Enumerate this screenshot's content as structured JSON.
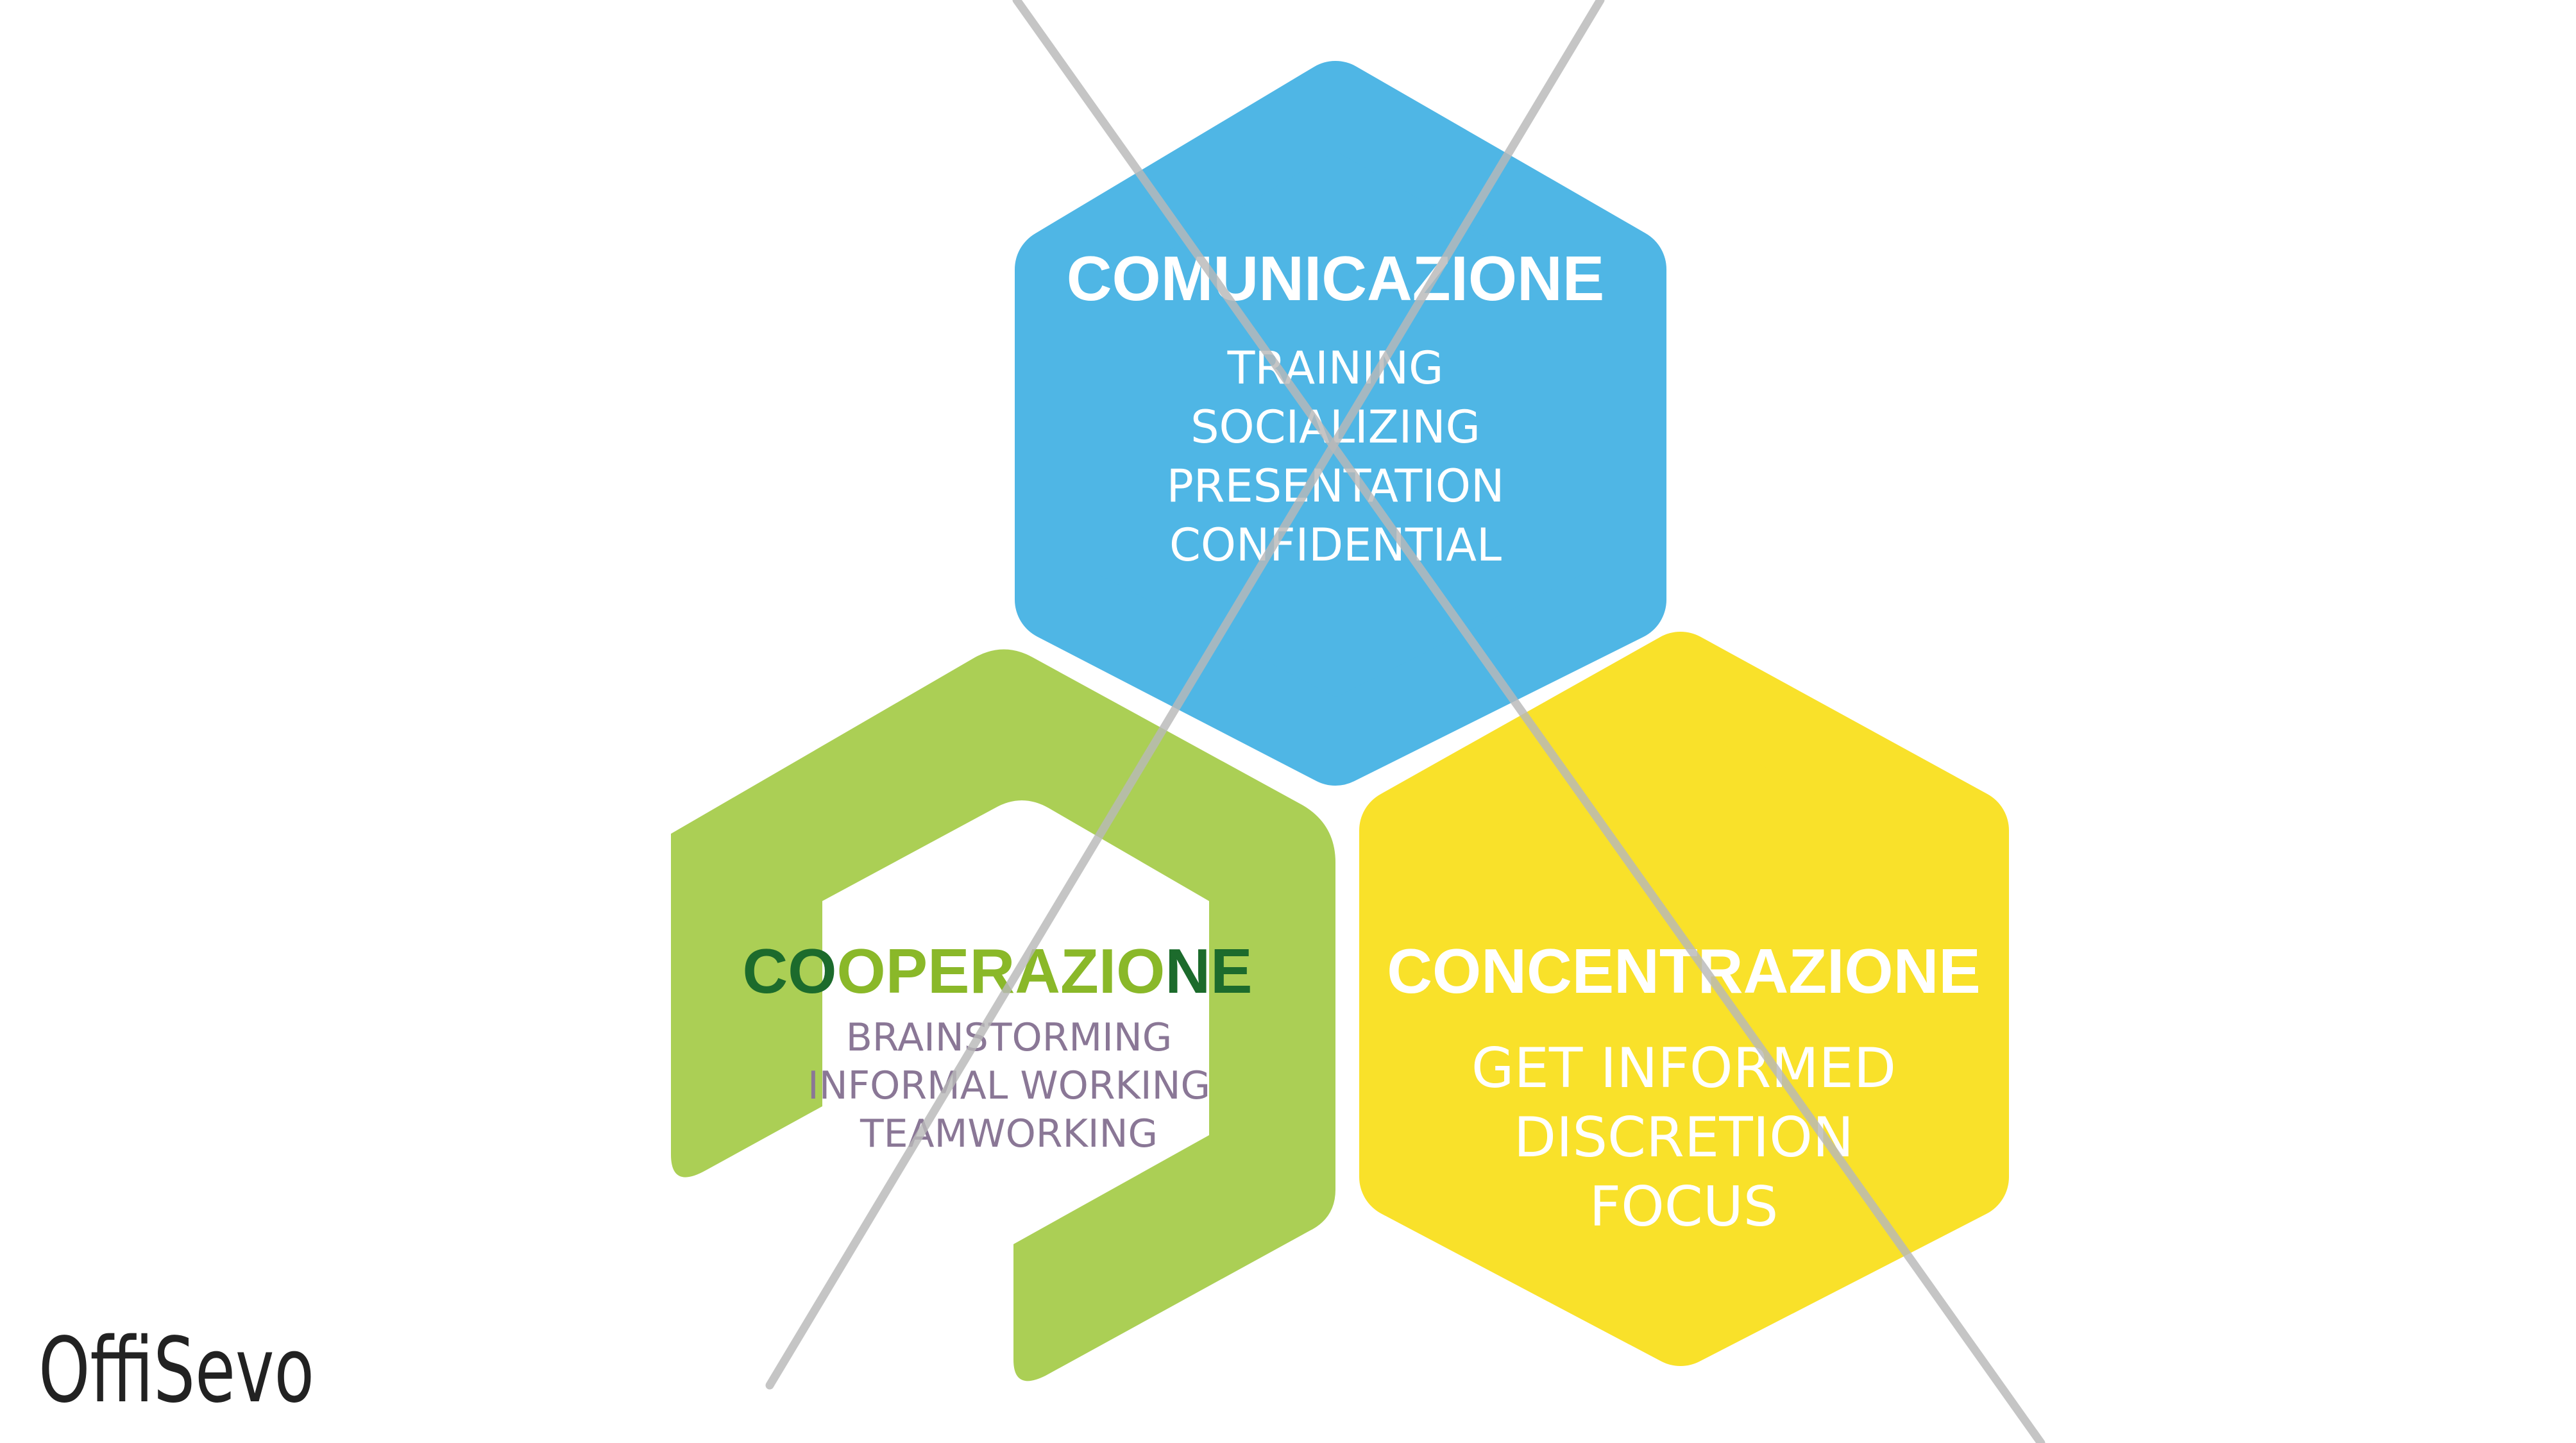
{
  "colors": {
    "background": "#ffffff",
    "line": "#b8b8b8",
    "blue": "#4fb6e5",
    "green": "#abcf55",
    "yellow": "#f9e12a",
    "dark_green": "#1c6b2c",
    "light_green": "#8ab829",
    "purple_gray": "#8a7796",
    "white": "#ffffff",
    "logo": "#222222"
  },
  "hexagons": {
    "comunicazione": {
      "title": "COMUNICAZIONE",
      "items": [
        "TRAINING",
        "SOCIALIZING",
        "PRESENTATION",
        "CONFIDENTIAL"
      ]
    },
    "cooperazione": {
      "title_part1": "CO",
      "title_part2": "OPERAZIO",
      "title_part3": "NE",
      "items": [
        "BRAINSTORMING",
        "INFORMAL WORKING",
        "TEAMWORKING"
      ]
    },
    "concentrazione": {
      "title": "CONCENTRAZIONE",
      "items": [
        "GET INFORMED",
        "DISCRETION",
        "FOCUS"
      ]
    }
  },
  "logo": {
    "text": "OffiSevo"
  }
}
